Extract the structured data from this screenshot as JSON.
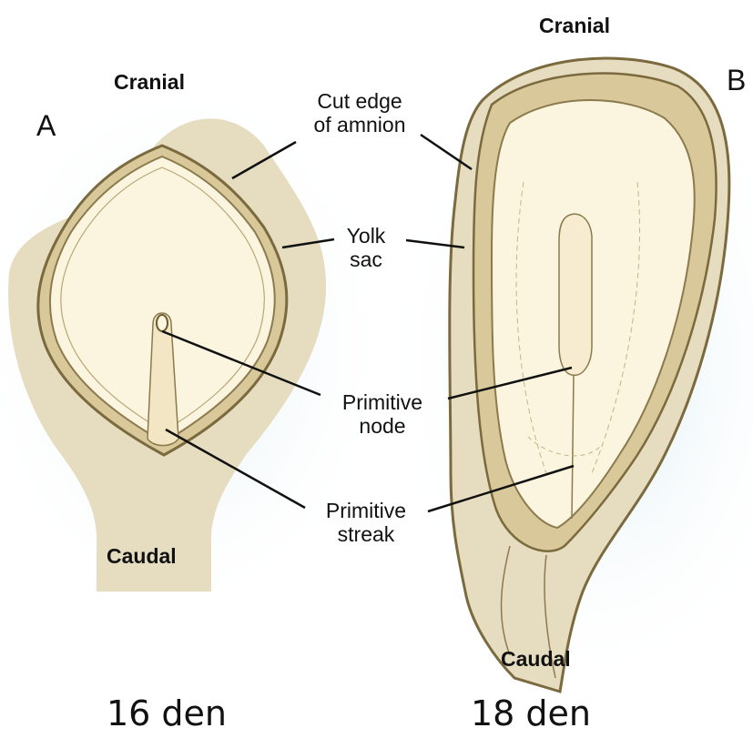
{
  "panel_a": {
    "letter": "A",
    "cranial": "Cranial",
    "caudal": "Caudal",
    "caption": "16 den"
  },
  "panel_b": {
    "letter": "B",
    "cranial": "Cranial",
    "caudal": "Caudal",
    "caption": "18 den"
  },
  "labels": {
    "cut_edge": "Cut edge\nof amnion",
    "yolk_sac": "Yolk\nsac",
    "primitive_node": "Primitive\nnode",
    "primitive_streak": "Primitive\nstreak"
  },
  "colors": {
    "background_glow": "#dceef2",
    "yolk_sac_fill": "#e6dcc0",
    "embryo_fill": "#fbf4de",
    "outline": "#7a6a3e",
    "leader_line": "#111111"
  }
}
